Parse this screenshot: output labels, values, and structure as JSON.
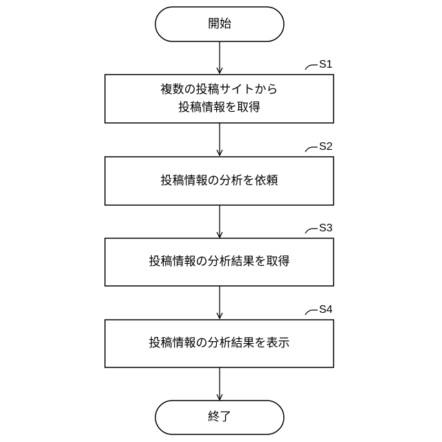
{
  "start": {
    "label": "開始"
  },
  "steps": [
    {
      "id": "S1",
      "lines": [
        "複数の投稿サイトから",
        "投稿情報を取得"
      ]
    },
    {
      "id": "S2",
      "lines": [
        "投稿情報の分析を依頼"
      ]
    },
    {
      "id": "S3",
      "lines": [
        "投稿情報の分析結果を取得"
      ]
    },
    {
      "id": "S4",
      "lines": [
        "投稿情報の分析結果を表示"
      ]
    }
  ],
  "end": {
    "label": "終了"
  }
}
